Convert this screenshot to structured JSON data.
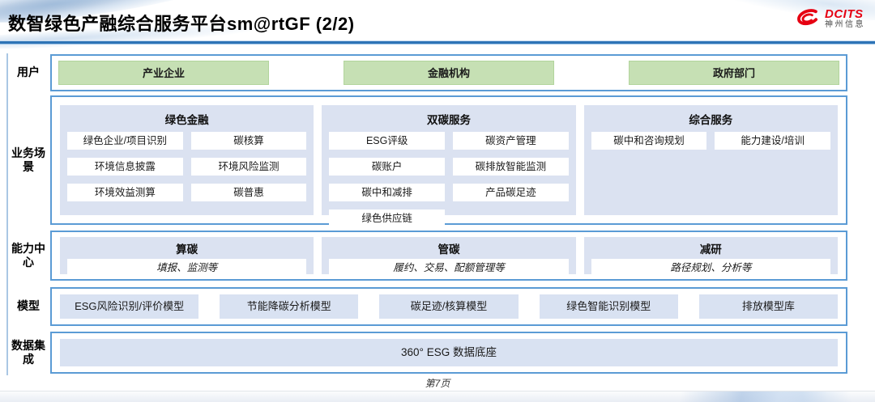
{
  "header": {
    "title": "数智绿色产融综合服务平台sm@rtGF (2/2)",
    "logo": {
      "brand": "DCITS",
      "subbrand": "神州信息"
    }
  },
  "users": {
    "label": "用户",
    "items": [
      "产业企业",
      "金融机构",
      "政府部门"
    ]
  },
  "scenarios": {
    "label": "业务场景",
    "columns": [
      {
        "title": "绿色金融",
        "items": [
          "绿色企业/项目识别",
          "碳核算",
          "环境信息披露",
          "环境风险监测",
          "环境效益测算",
          "碳普惠"
        ]
      },
      {
        "title": "双碳服务",
        "items": [
          "ESG评级",
          "碳资产管理",
          "碳账户",
          "碳排放智能监测",
          "碳中和减排",
          "产品碳足迹",
          "绿色供应链"
        ]
      },
      {
        "title": "综合服务",
        "items": [
          "碳中和咨询规划",
          "能力建设/培训"
        ]
      }
    ]
  },
  "capabilities": {
    "label": "能力中心",
    "columns": [
      {
        "title": "算碳",
        "desc": "填报、监测等"
      },
      {
        "title": "管碳",
        "desc": "履约、交易、配额管理等"
      },
      {
        "title": "减研",
        "desc": "路径规划、分析等"
      }
    ]
  },
  "models": {
    "label": "模型",
    "items": [
      "ESG风险识别/评价模型",
      "节能降碳分析模型",
      "碳足迹/核算模型",
      "绿色智能识别模型",
      "排放模型库"
    ]
  },
  "data_integration": {
    "label": "数据集成",
    "item": "360° ESG 数据底座"
  },
  "footer": {
    "page": "第7页"
  },
  "colors": {
    "accent_blue": "#5B9BD5",
    "rule_blue": "#2E74B6",
    "panel_blue": "#DBE2F1",
    "box_blue": "#D9E2F2",
    "green": "#C6E0B4",
    "brand_red": "#E60012"
  }
}
